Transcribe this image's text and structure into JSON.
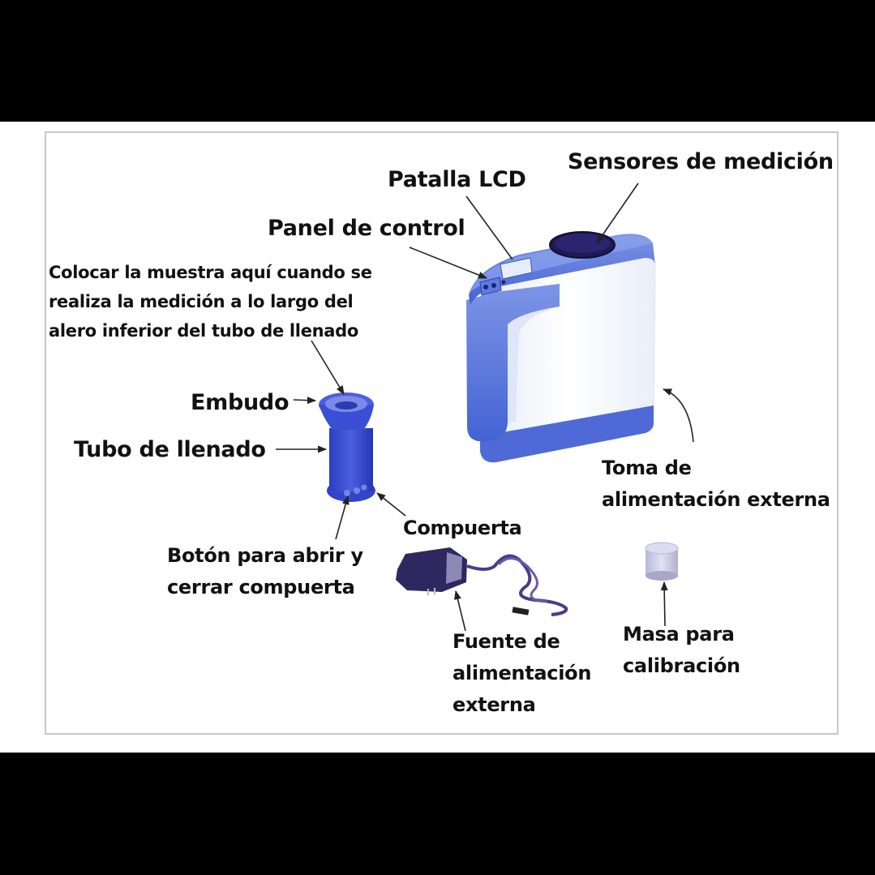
{
  "diagram": {
    "background_color": "#ffffff",
    "letterbox_color": "#000000",
    "frame_border_color": "#c8c8c8",
    "device_accent_color": "#4a6fd8",
    "labels": {
      "sensores": "Sensores de medición",
      "lcd": "Patalla LCD",
      "panel": "Panel de control",
      "instruction": [
        "Colocar la muestra aquí cuando se",
        "realiza la medición a lo largo del",
        "alero inferior del tubo de llenado"
      ],
      "embudo": "Embudo",
      "tubo": "Tubo de llenado",
      "boton": [
        "Botón para abrir y",
        "cerrar compuerta"
      ],
      "compuerta": "Compuerta",
      "toma": [
        "Toma de",
        "alimentación externa"
      ],
      "fuente": [
        "Fuente de",
        "alimentación",
        "externa"
      ],
      "masa": [
        "Masa para",
        "calibración"
      ]
    },
    "components": [
      {
        "name": "moisture-meter-body",
        "color": "#4a6fd8"
      },
      {
        "name": "filling-tube",
        "color": "#3a4fd0"
      },
      {
        "name": "power-adapter",
        "color": "#3a2f6e"
      },
      {
        "name": "calibration-mass",
        "color": "#c8c8e4"
      }
    ]
  }
}
